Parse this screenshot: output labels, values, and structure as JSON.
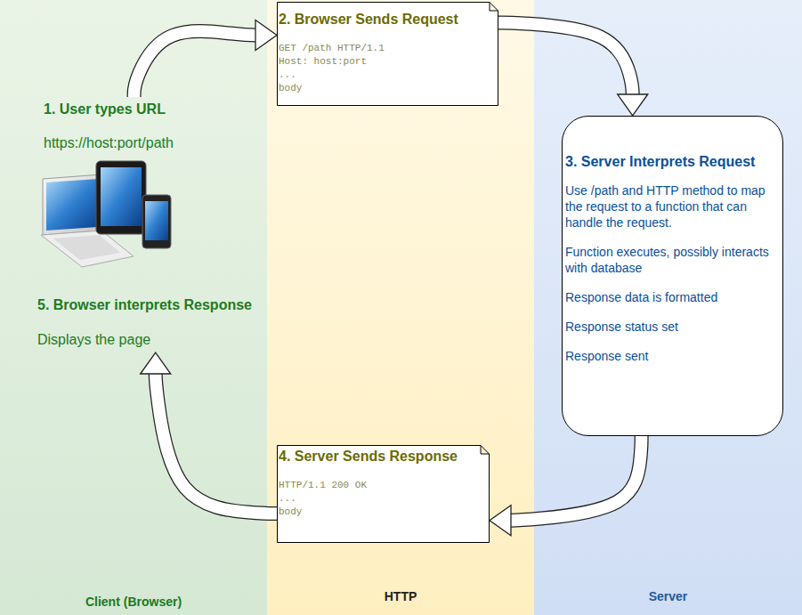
{
  "diagram": {
    "nodes": [
      {
        "text": [
          "Client (Browser)"
        ]
      },
      {
        "text": [
          "HTTP"
        ]
      },
      {
        "text": [
          "Server"
        ]
      },
      {
        "text": [
          "1. User types URL",
          "https://host:port/path"
        ],
        "in": 0
      },
      {
        "text": [
          "2. Browser Sends Request",
          "GET /path HTTP/1.1",
          "Host: host:port",
          "...",
          "body"
        ],
        "in": 1
      },
      {
        "text": [
          "3. Server Interprets Request",
          "Use /path and HTTP method to map the request to a function that can handle the request.",
          "Function executes, possibly interacts with database",
          "Response data is formatted",
          "Response status set",
          "Response sent"
        ],
        "in": 2
      },
      {
        "text": [
          "4. Server Sends Response",
          "HTTP/1.1 200 OK",
          "...",
          "body"
        ],
        "in": 1
      },
      {
        "text": [
          "5. Browser interprets Response",
          "Displays the page"
        ],
        "in": 0
      }
    ],
    "edges": [
      {
        "from": 3,
        "to": 4,
        "arrow": "to"
      },
      {
        "from": 4,
        "to": 5,
        "arrow": "to"
      },
      {
        "from": 5,
        "to": 6,
        "arrow": "to"
      },
      {
        "from": 6,
        "to": 7,
        "arrow": "to"
      }
    ]
  }
}
